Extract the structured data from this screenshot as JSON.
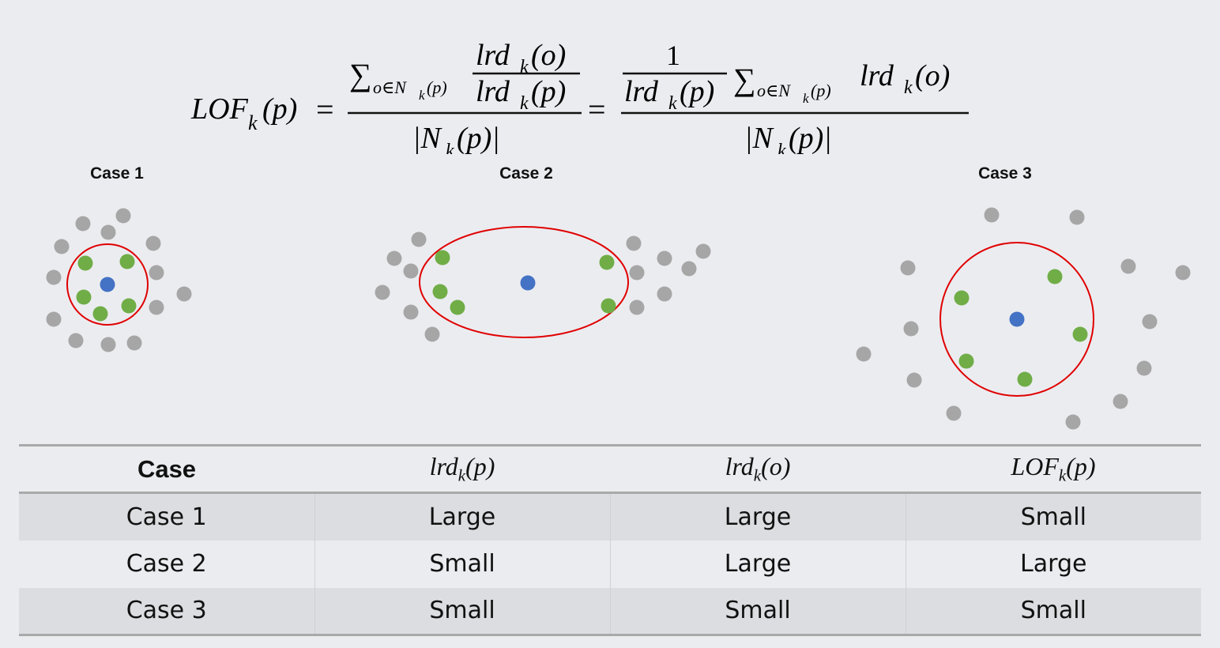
{
  "formula": {
    "lhs": "LOF",
    "lhs_sub": "k",
    "lhs_arg": "(p)",
    "equals": "=",
    "sum": "∑",
    "sum_sub": "o∈N",
    "sum_sub_k": "k",
    "sum_sub_p": "(p)",
    "lrd": "lrd",
    "k": "k",
    "arg_o": "(o)",
    "arg_p": "(p)",
    "denominator": "|N",
    "denominator_end": "(p)|",
    "one": "1"
  },
  "cases": [
    {
      "title": "Case 1"
    },
    {
      "title": "Case 2"
    },
    {
      "title": "Case 3"
    }
  ],
  "colors": {
    "query_point": "#4472c4",
    "neighbor": "#70ad47",
    "other": "#a6a6a6",
    "circle": "#e00000"
  },
  "table": {
    "headers": [
      {
        "text": "Case"
      },
      {
        "text": "lrd",
        "sub": "k",
        "arg": "(p)"
      },
      {
        "text": "lrd",
        "sub": "k",
        "arg": "(o)"
      },
      {
        "text": "LOF",
        "sub": "k",
        "arg": "(p)"
      }
    ],
    "rows": [
      [
        "Case 1",
        "Large",
        "Large",
        "Small"
      ],
      [
        "Case 2",
        "Small",
        "Large",
        "Large"
      ],
      [
        "Case 3",
        "Small",
        "Small",
        "Small"
      ]
    ]
  }
}
